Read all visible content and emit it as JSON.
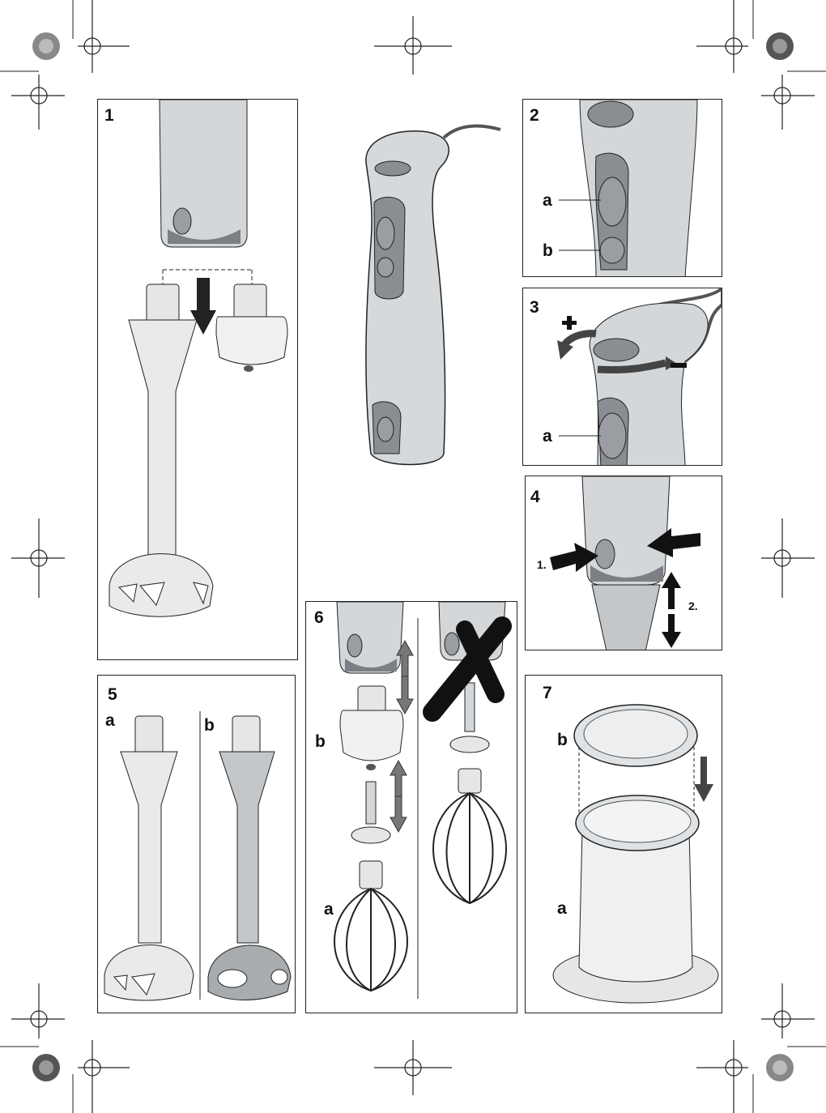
{
  "panels": {
    "p1": {
      "number": "1"
    },
    "p2": {
      "number": "2",
      "labels": {
        "a": "a",
        "b": "b"
      }
    },
    "p3": {
      "number": "3",
      "labels": {
        "a": "a"
      }
    },
    "p4": {
      "number": "4",
      "labels": {
        "step1": "1.",
        "step2": "2."
      }
    },
    "p5": {
      "number": "5",
      "labels": {
        "a": "a",
        "b": "b"
      }
    },
    "p6": {
      "number": "6",
      "labels": {
        "a": "a",
        "b": "b"
      }
    },
    "p7": {
      "number": "7",
      "labels": {
        "a": "a",
        "b": "b"
      }
    }
  },
  "colors": {
    "metal": "#c9cdd0",
    "dark": "#7c8084",
    "line": "#222222",
    "arrow": "#666666"
  },
  "icons": [
    "registration-mark-icon",
    "color-target-icon"
  ]
}
